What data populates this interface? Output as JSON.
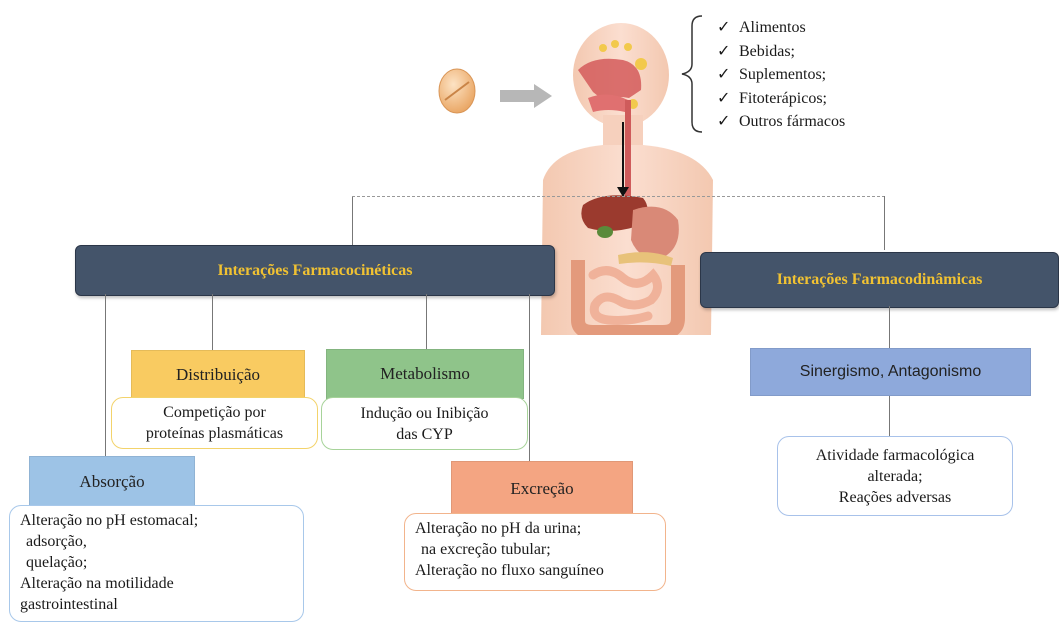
{
  "intake_items": [
    {
      "check": "✓",
      "text": "Alimentos"
    },
    {
      "check": "✓",
      "text": "Bebidas;"
    },
    {
      "check": "✓",
      "text": "Suplementos;"
    },
    {
      "check": "✓",
      "text": "Fitoterápicos;"
    },
    {
      "check": "✓",
      "text": "Outros fármacos"
    }
  ],
  "pharmacokinetics": {
    "title": "Interações Farmacocinéticas",
    "distribution": {
      "label": "Distribuição",
      "lines": [
        "Competição por",
        "proteínas plasmáticas"
      ]
    },
    "metabolism": {
      "label": "Metabolismo",
      "lines": [
        "Indução ou Inibição",
        "das CYP"
      ]
    },
    "absorption": {
      "label": "Absorção",
      "lines": [
        "Alteração no pH estomacal;",
        "adsorção,",
        "quelação;",
        "Alteração na motilidade",
        "gastrointestinal"
      ]
    },
    "excretion": {
      "label": "Excreção",
      "lines": [
        "Alteração no pH da urina;",
        "na excreção tubular;",
        "Alteração no fluxo sanguíneo"
      ]
    }
  },
  "pharmacodynamics": {
    "title": "Interações Farmacodinâmicas",
    "mechanism": {
      "label": "Sinergismo, Antagonismo"
    },
    "effects": {
      "lines": [
        "Atividade farmacológica",
        "alterada;",
        "Reações adversas"
      ]
    }
  },
  "colors": {
    "header_bg": "#44546a",
    "header_text": "#f1c232",
    "distribution": "#f9cb61",
    "metabolism": "#8fc48a",
    "absorption": "#9dc3e6",
    "excretion": "#f4a582",
    "mechanism": "#8ea9db"
  }
}
